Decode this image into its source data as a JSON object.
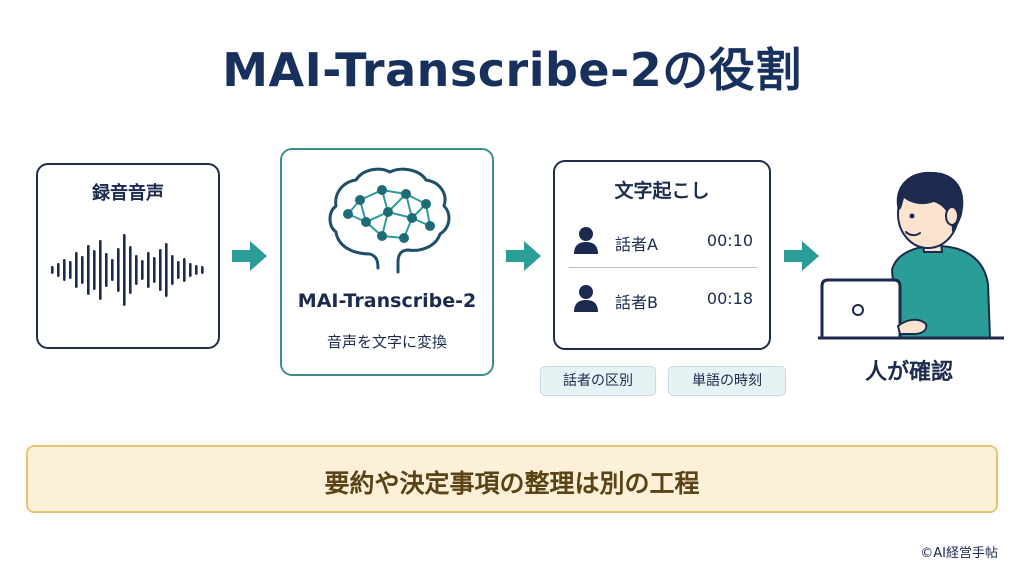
{
  "title": "MAI-Transcribe-2の役割",
  "audio_box": {
    "heading": "録音音声",
    "icon": "waveform-icon"
  },
  "model_box": {
    "name": "MAI-Transcribe-2",
    "subtitle": "音声を文字に変換",
    "icon": "brain-network-icon"
  },
  "transcript_box": {
    "heading": "文字起こし",
    "rows": [
      {
        "speaker": "話者A",
        "time": "00:10",
        "icon": "person-icon"
      },
      {
        "speaker": "話者B",
        "time": "00:18",
        "icon": "person-icon"
      }
    ]
  },
  "tags": [
    "話者の区別",
    "単語の時刻"
  ],
  "human": {
    "label": "人が確認",
    "icon": "person-at-laptop-icon"
  },
  "banner": {
    "text": "要約や決定事項の整理は別の工程"
  },
  "credit": "©AI経営手帖",
  "colors": {
    "navy": "#18305c",
    "teal": "#2a9d96",
    "banner_bg": "#fcf1d8",
    "banner_border": "#e8c474"
  }
}
